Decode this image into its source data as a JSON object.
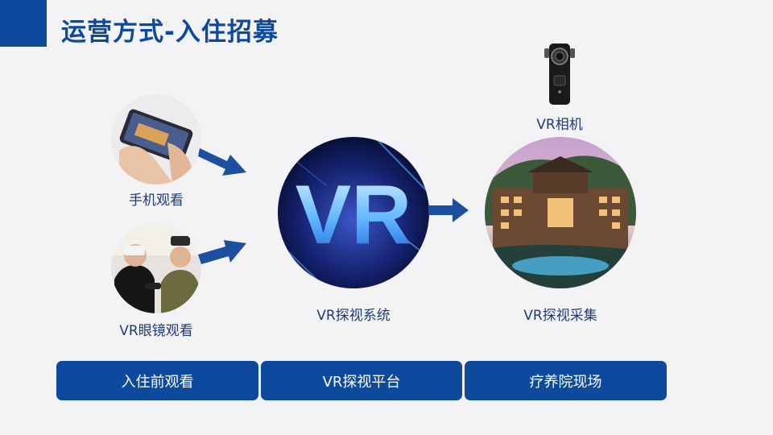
{
  "header": {
    "title": "运营方式-入住招募"
  },
  "nodes": {
    "phone": {
      "label": "手机观看"
    },
    "glasses": {
      "label": "VR眼镜观看"
    },
    "system": {
      "label": "VR探视系统",
      "logo_text": "VR"
    },
    "camera": {
      "label": "VR相机"
    },
    "collect": {
      "label": "VR探视采集"
    }
  },
  "footer": {
    "pill1": "入住前观看",
    "pill2": "VR探视平台",
    "pill3": "疗养院现场"
  },
  "colors": {
    "brand": "#0d4a9e",
    "label": "#1f3b7a",
    "background": "#f3f3f5"
  }
}
